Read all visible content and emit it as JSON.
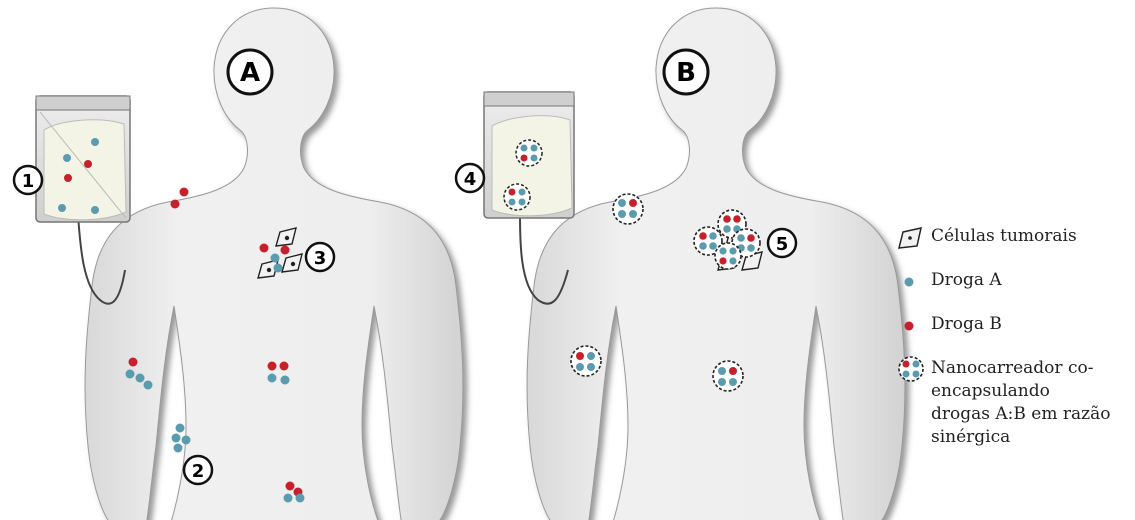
{
  "panels": {
    "left_label": "A",
    "right_label": "B"
  },
  "markers": {
    "m1": "1",
    "m2": "2",
    "m3": "3",
    "m4": "4",
    "m5": "5"
  },
  "legend": {
    "tumor_cells": "Células tumorais",
    "drug_a": "Droga A",
    "drug_b": "Droga B",
    "nanocarrier": [
      "Nanocarreador co-",
      "encapsulando",
      "drogas A:B em razão",
      "sinérgica"
    ]
  },
  "colors": {
    "drug_a": "#5b9bb0",
    "drug_b": "#c8202a",
    "body": "#e9e9e9"
  }
}
